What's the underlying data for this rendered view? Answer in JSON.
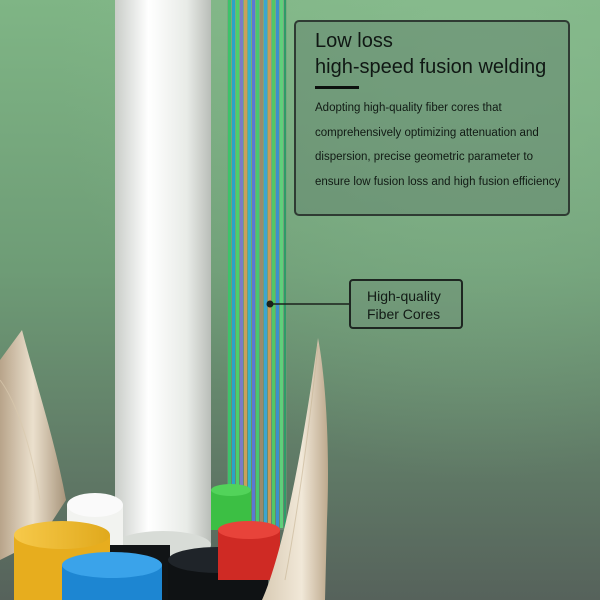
{
  "info": {
    "title_line1": "Low loss",
    "title_line2": "high-speed fusion welding",
    "body": "Adopting high-quality fiber cores that comprehensively optimizing attenuation and dispersion, precise geometric parameter to ensure low fusion loss and high fusion efficiency"
  },
  "callout": {
    "line1": "High-quality",
    "line2": "Fiber Cores"
  },
  "colors": {
    "background_top": "#76a87c",
    "background_bottom": "#5e6e64",
    "strength_member": "#f2f2f0",
    "tube_yellow": "#f5bf2a",
    "tube_blue": "#2b95df",
    "tube_black": "#15181b",
    "tube_red": "#e2352c",
    "tube_white": "#f4f4f2"
  }
}
